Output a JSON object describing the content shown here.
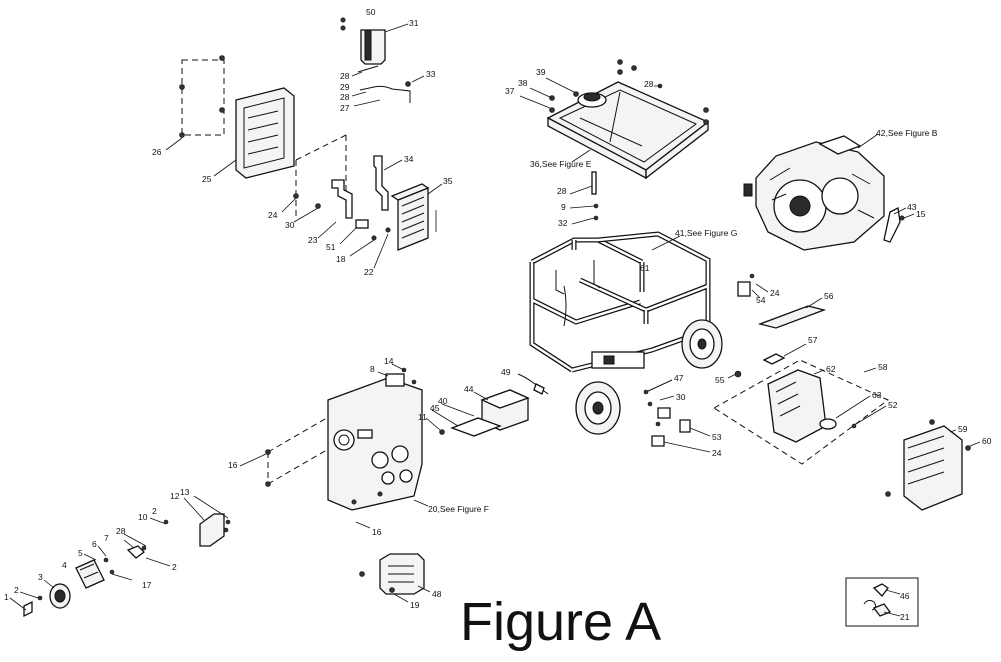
{
  "figure_title": "Figure A",
  "callouts": [
    {
      "id": "c50",
      "text": "50"
    },
    {
      "id": "c31",
      "text": "31"
    },
    {
      "id": "c28a",
      "text": "28"
    },
    {
      "id": "c29",
      "text": "29"
    },
    {
      "id": "c28b",
      "text": "28"
    },
    {
      "id": "c27",
      "text": "27"
    },
    {
      "id": "c33",
      "text": "33"
    },
    {
      "id": "c26",
      "text": "26"
    },
    {
      "id": "c25",
      "text": "25"
    },
    {
      "id": "c24a",
      "text": "24"
    },
    {
      "id": "c30a",
      "text": "30"
    },
    {
      "id": "c23",
      "text": "23"
    },
    {
      "id": "c34",
      "text": "34"
    },
    {
      "id": "c35",
      "text": "35"
    },
    {
      "id": "c51",
      "text": "51"
    },
    {
      "id": "c18",
      "text": "18"
    },
    {
      "id": "c22",
      "text": "22"
    },
    {
      "id": "c39",
      "text": "39"
    },
    {
      "id": "c38",
      "text": "38"
    },
    {
      "id": "c37",
      "text": "37"
    },
    {
      "id": "c28c",
      "text": "28"
    },
    {
      "id": "c36",
      "text": "36,See Figure E"
    },
    {
      "id": "c28d",
      "text": "28"
    },
    {
      "id": "c9",
      "text": "9"
    },
    {
      "id": "c32",
      "text": "32"
    },
    {
      "id": "c42",
      "text": "42,See Figure B"
    },
    {
      "id": "c43",
      "text": "43"
    },
    {
      "id": "c15",
      "text": "15"
    },
    {
      "id": "c41",
      "text": "41,See Figure G"
    },
    {
      "id": "c61",
      "text": "61"
    },
    {
      "id": "c24b",
      "text": "24"
    },
    {
      "id": "c54",
      "text": "54"
    },
    {
      "id": "c56",
      "text": "56"
    },
    {
      "id": "c57",
      "text": "57"
    },
    {
      "id": "c55",
      "text": "55"
    },
    {
      "id": "c62",
      "text": "62"
    },
    {
      "id": "c58",
      "text": "58"
    },
    {
      "id": "c63",
      "text": "63"
    },
    {
      "id": "c52",
      "text": "52"
    },
    {
      "id": "c14",
      "text": "14"
    },
    {
      "id": "c8",
      "text": "8"
    },
    {
      "id": "c49",
      "text": "49"
    },
    {
      "id": "c47",
      "text": "47"
    },
    {
      "id": "c44",
      "text": "44"
    },
    {
      "id": "c40",
      "text": "40"
    },
    {
      "id": "c45",
      "text": "45"
    },
    {
      "id": "c11",
      "text": "11"
    },
    {
      "id": "c30b",
      "text": "30"
    },
    {
      "id": "c53",
      "text": "53"
    },
    {
      "id": "c24c",
      "text": "24"
    },
    {
      "id": "c59",
      "text": "59"
    },
    {
      "id": "c60",
      "text": "60"
    },
    {
      "id": "c16a",
      "text": "16"
    },
    {
      "id": "c20",
      "text": "20,See Figure F"
    },
    {
      "id": "c16b",
      "text": "16"
    },
    {
      "id": "c13",
      "text": "13"
    },
    {
      "id": "c12",
      "text": "12"
    },
    {
      "id": "c10",
      "text": "10"
    },
    {
      "id": "c2a",
      "text": "2"
    },
    {
      "id": "c7",
      "text": "7"
    },
    {
      "id": "c28e",
      "text": "28"
    },
    {
      "id": "c6",
      "text": "6"
    },
    {
      "id": "c5",
      "text": "5"
    },
    {
      "id": "c2b",
      "text": "2"
    },
    {
      "id": "c4",
      "text": "4"
    },
    {
      "id": "c17",
      "text": "17"
    },
    {
      "id": "c3",
      "text": "3"
    },
    {
      "id": "c2c",
      "text": "2"
    },
    {
      "id": "c1",
      "text": "1"
    },
    {
      "id": "c48",
      "text": "48"
    },
    {
      "id": "c19",
      "text": "19"
    },
    {
      "id": "c46",
      "text": "46"
    },
    {
      "id": "c21",
      "text": "21"
    }
  ]
}
